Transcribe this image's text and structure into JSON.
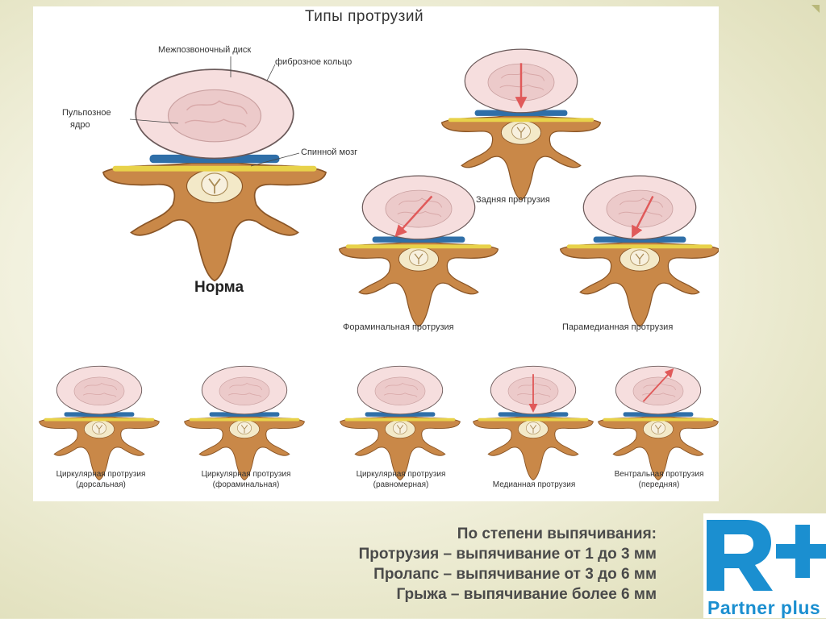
{
  "diagram": {
    "title": "Типы протрузий",
    "labels": {
      "disc": "Межпозвоночный диск",
      "annulus": "фиброзное кольцо",
      "nucleus_line1": "Пульпозное",
      "nucleus_line2": "ядро",
      "spinal_cord": "Спинной мозг",
      "normal": "Норма",
      "posterior": "Задняя протрузия",
      "foraminal": "Фораминальная протрузия",
      "paramedian": "Парамедианная протрузия"
    },
    "bottom_captions": [
      {
        "line1": "Циркулярная протрузия",
        "line2": "(дорсальная)"
      },
      {
        "line1": "Циркулярная протрузия",
        "line2": "(фораминальная)"
      },
      {
        "line1": "Циркулярная протрузия",
        "line2": "(равномерная)"
      },
      {
        "line1": "Медианная протрузия",
        "line2": ""
      },
      {
        "line1": "Вентральная протрузия",
        "line2": "(передняя)"
      }
    ]
  },
  "degree_text": {
    "heading": "По степени выпячивания:",
    "line1": "Протрузия – выпячивание от 1 до 3 мм",
    "line2": "Пролапс – выпячивание от 3 до 6 мм",
    "line3": "Грыжа – выпячивание более 6 мм"
  },
  "logo": {
    "letters": "R+",
    "text": "Partner plus"
  },
  "colors": {
    "disc_fill": "#f6dede",
    "nucleus_fill": "#eccaca",
    "bone": "#c98848",
    "arrow": "#e05a5a",
    "logo_blue": "#1b8fd0",
    "text_gray": "#4a4a4a"
  }
}
